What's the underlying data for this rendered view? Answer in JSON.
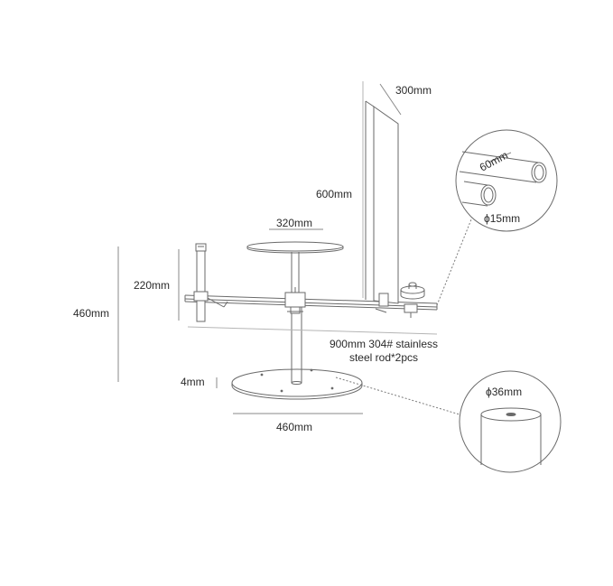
{
  "dimensions": {
    "panel_height": "300mm",
    "panel_length": "600mm",
    "tray_diameter": "320mm",
    "clamp_height": "220mm",
    "total_height": "460mm",
    "base_thickness": "4mm",
    "base_diameter": "460mm",
    "rod_spacing": "60mm",
    "rod_diameter": "ϕ15mm",
    "pole_diameter": "ϕ36mm"
  },
  "notes": {
    "rod_line1": "900mm 304# stainless",
    "rod_line2": "steel rod*2pcs"
  },
  "colors": {
    "line": "#6a6a6a",
    "light_line": "#9a9a9a",
    "text": "#2a2a2a"
  }
}
